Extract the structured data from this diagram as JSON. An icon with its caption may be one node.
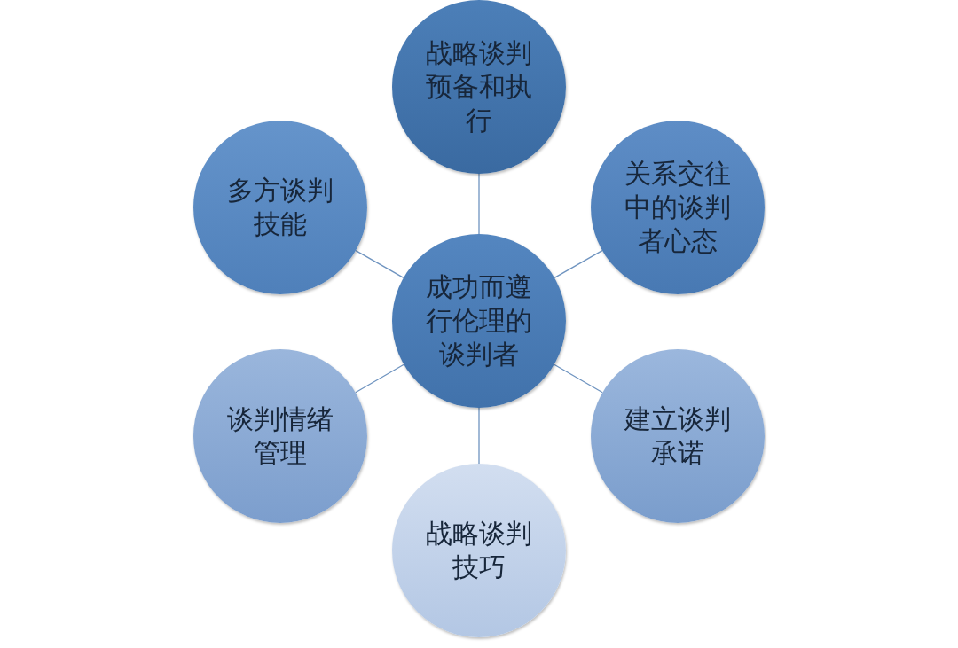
{
  "diagram": {
    "nodes": [
      {
        "text": [
          "战略谈判预备和执行"
        ]
      },
      {
        "text": [
          "多方谈判技能"
        ]
      },
      {
        "text": [
          "关系交往中的谈判者心态"
        ]
      },
      {
        "text": [
          "成功而遵行伦理的谈判者"
        ]
      },
      {
        "text": [
          "谈判情绪管理"
        ]
      },
      {
        "text": [
          "建立谈判承诺"
        ]
      },
      {
        "text": [
          "战略谈判技巧"
        ]
      }
    ],
    "edges": [
      {
        "from": 3,
        "to": 0,
        "arrow": "none"
      },
      {
        "from": 3,
        "to": 2,
        "arrow": "none"
      },
      {
        "from": 3,
        "to": 5,
        "arrow": "none"
      },
      {
        "from": 3,
        "to": 6,
        "arrow": "none"
      },
      {
        "from": 3,
        "to": 4,
        "arrow": "none"
      },
      {
        "from": 3,
        "to": 1,
        "arrow": "none"
      }
    ]
  }
}
